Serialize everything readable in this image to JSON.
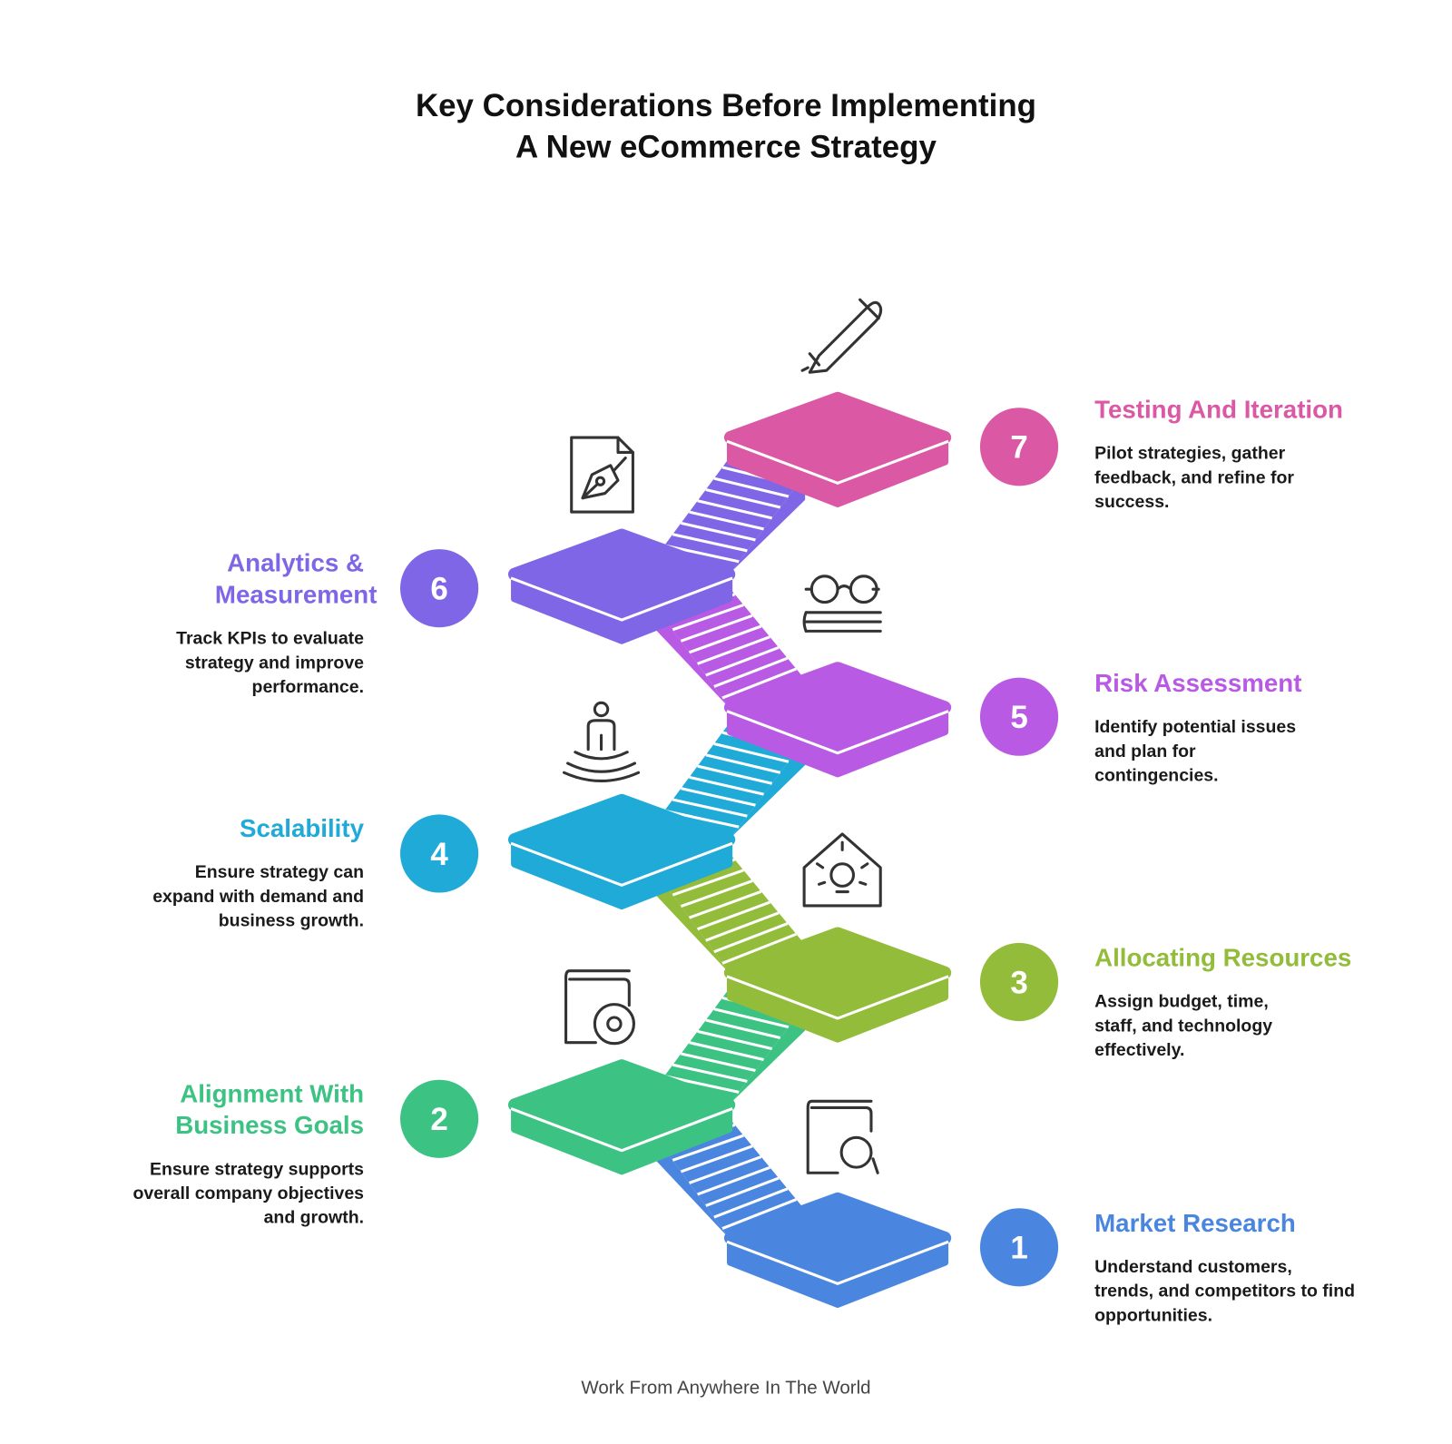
{
  "title_line1": "Key Considerations Before Implementing",
  "title_line2": "A New eCommerce Strategy",
  "footer": "Work From Anywhere In The World",
  "steps": [
    {
      "number": "1",
      "title": "Market Research",
      "description": "Understand customers, trends, and competitors to find opportunities.",
      "color": "#4A86E0",
      "icon": "book-search-icon"
    },
    {
      "number": "2",
      "title": "Alignment With Business Goals",
      "description": "Ensure strategy supports overall company objectives and growth.",
      "color": "#3CC383",
      "icon": "book-target-icon"
    },
    {
      "number": "3",
      "title": "Allocating Resources",
      "description": "Assign budget, time, staff, and technology effectively.",
      "color": "#92BC3A",
      "icon": "house-lightbulb-icon"
    },
    {
      "number": "4",
      "title": "Scalability",
      "description": "Ensure strategy can expand with demand and business growth.",
      "color": "#1FAAD8",
      "icon": "person-waves-icon"
    },
    {
      "number": "5",
      "title": "Risk Assessment",
      "description": "Identify potential issues and plan for contingencies.",
      "color": "#B85AE3",
      "icon": "glasses-book-icon"
    },
    {
      "number": "6",
      "title": "Analytics & Measurement",
      "description": "Track KPIs to evaluate strategy and improve performance.",
      "color": "#7E66E6",
      "icon": "document-pen-icon"
    },
    {
      "number": "7",
      "title": "Testing And Iteration",
      "description": "Pilot strategies, gather feedback, and refine for success.",
      "color": "#DB58A5",
      "icon": "pen-icon"
    }
  ]
}
